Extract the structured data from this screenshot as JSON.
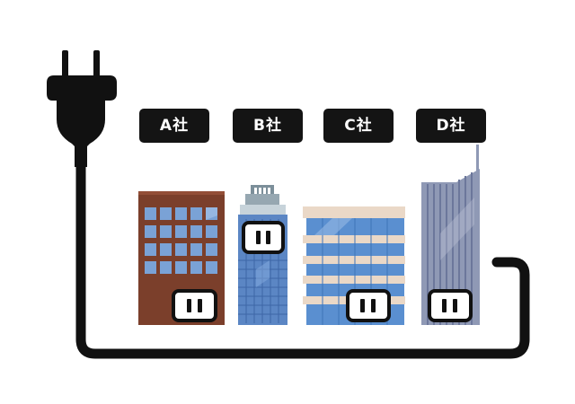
{
  "companies": [
    {
      "label": "A社"
    },
    {
      "label": "B社"
    },
    {
      "label": "C社"
    },
    {
      "label": "D社"
    }
  ],
  "colors": {
    "cord": "#111111",
    "label_background": "#141414",
    "label_text": "#ffffff",
    "building_a": "#7b3f2b",
    "building_b": "#5b86c4",
    "building_c": "#5a8fd0",
    "building_d": "#8f99b5",
    "window": "#7aa2d6"
  },
  "icons": [
    "power-plug-icon",
    "power-outlet-icon"
  ]
}
